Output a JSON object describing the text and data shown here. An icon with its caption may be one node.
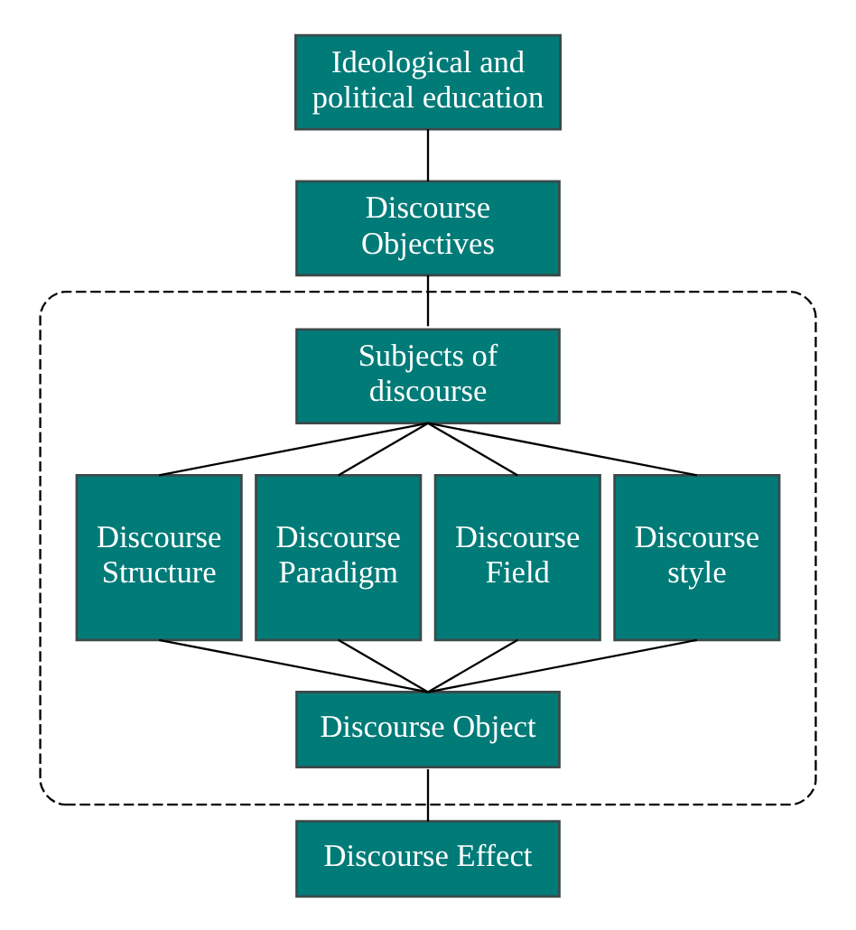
{
  "diagram": {
    "nodes": [
      {
        "text": [
          "Ideological and political education"
        ]
      },
      {
        "text": [
          "Discourse Objectives"
        ]
      },
      {
        "text": [],
        "shape": "ellipse"
      },
      {
        "text": [
          "Subjects of discourse"
        ],
        "in": 2
      },
      {
        "text": [
          "Discourse Structure"
        ],
        "in": 2
      },
      {
        "text": [
          "Discourse Paradigm"
        ],
        "in": 2
      },
      {
        "text": [
          "Discourse Field"
        ],
        "in": 2
      },
      {
        "text": [
          "Discourse style"
        ],
        "in": 2
      },
      {
        "text": [
          "Discourse Object"
        ],
        "in": 2
      },
      {
        "text": [
          "Discourse Effect"
        ]
      }
    ],
    "edges": [
      {
        "from": 0,
        "to": 1,
        "arrow": "none"
      },
      {
        "from": 1,
        "to": 3,
        "arrow": "none"
      },
      {
        "from": 3,
        "to": 4,
        "arrow": "none"
      },
      {
        "from": 3,
        "to": 5,
        "arrow": "none"
      },
      {
        "from": 3,
        "to": 6,
        "arrow": "none"
      },
      {
        "from": 3,
        "to": 7,
        "arrow": "none"
      },
      {
        "from": 4,
        "to": 8,
        "arrow": "none"
      },
      {
        "from": 5,
        "to": 8,
        "arrow": "none"
      },
      {
        "from": 6,
        "to": 8,
        "arrow": "none"
      },
      {
        "from": 7,
        "to": 8,
        "arrow": "none"
      },
      {
        "from": 8,
        "to": 9,
        "arrow": "none"
      }
    ]
  }
}
